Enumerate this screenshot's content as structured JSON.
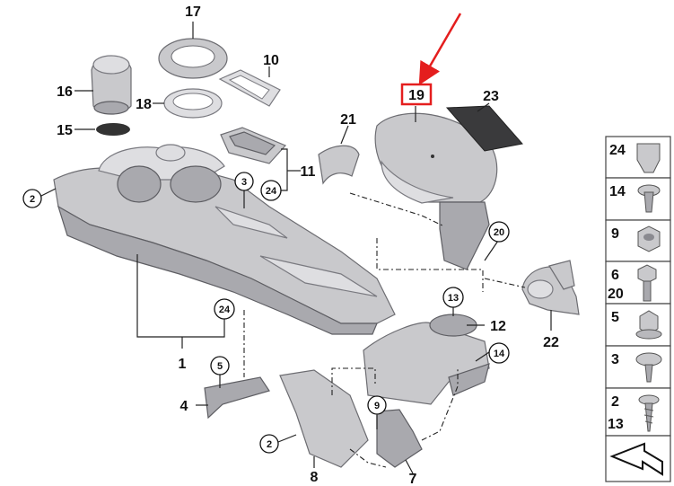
{
  "callouts": {
    "c1": "1",
    "c2a": "2",
    "c2b": "2",
    "c3": "3",
    "c4": "4",
    "c5": "5",
    "c7": "7",
    "c8": "8",
    "c9": "9",
    "c10": "10",
    "c11": "11",
    "c12": "12",
    "c13": "13",
    "c14": "14",
    "c15": "15",
    "c16": "16",
    "c17": "17",
    "c18": "18",
    "c19": "19",
    "c20": "20",
    "c21": "21",
    "c22": "22",
    "c23": "23",
    "c24a": "24",
    "c24b": "24"
  },
  "legend": [
    {
      "label": "24",
      "icon": "clip-icon"
    },
    {
      "label": "14",
      "icon": "expanding-rivet-icon"
    },
    {
      "label": "9",
      "icon": "hex-nut-icon"
    },
    {
      "label": "6\n20",
      "icon": "hex-bolt-icon"
    },
    {
      "label": "5",
      "icon": "flange-nut-icon"
    },
    {
      "label": "3",
      "icon": "screw-icon"
    },
    {
      "label": "2\n13",
      "icon": "self-tapping-screw-icon"
    }
  ],
  "colors": {
    "highlight": "#e41e1e",
    "part": "#c9c9cc",
    "line": "#222222"
  }
}
